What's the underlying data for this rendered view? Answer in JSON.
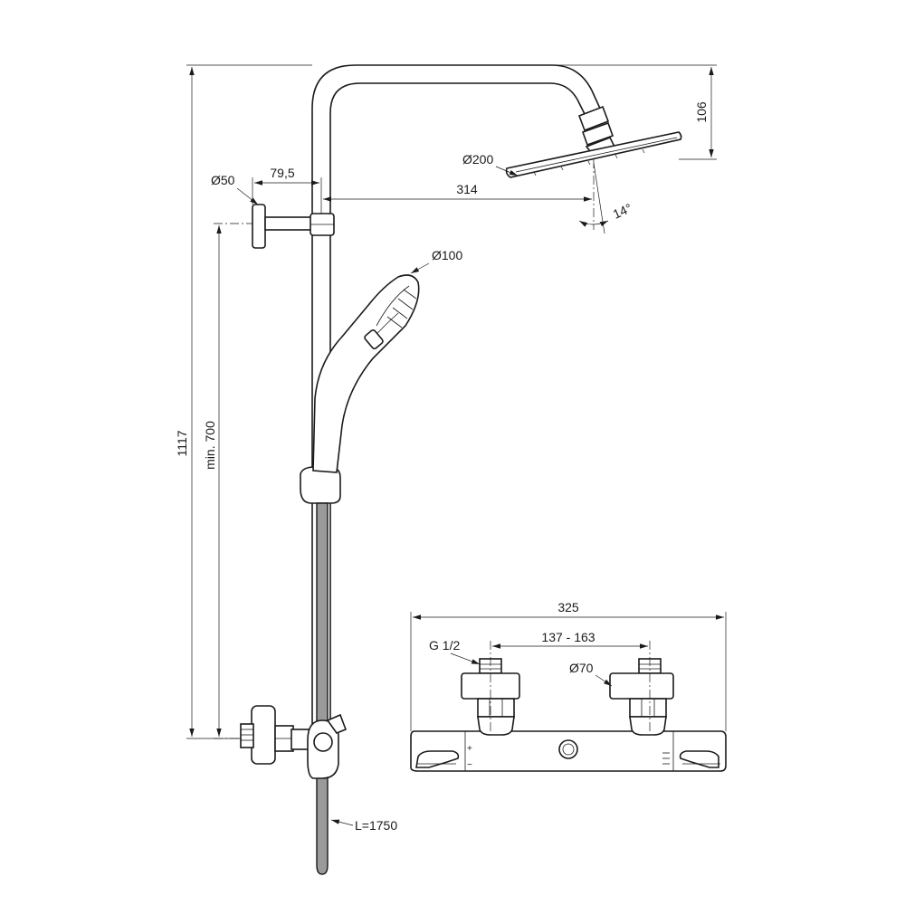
{
  "dimensions": {
    "total_height": "1117",
    "min_height": "min. 700",
    "wall_bracket_diameter": "Ø50",
    "bracket_offset": "79,5",
    "arm_projection": "314",
    "head_height": "106",
    "overhead_diameter": "Ø200",
    "tilt_angle": "14°",
    "hand_shower_diameter": "Ø100",
    "hose_length": "L=1750",
    "mixer_width": "325",
    "inlet_centers": "137 - 163",
    "inlet_thread": "G 1/2",
    "flange_diameter": "Ø70"
  },
  "mixer_markings": {
    "plus": "+",
    "minus": "−"
  }
}
